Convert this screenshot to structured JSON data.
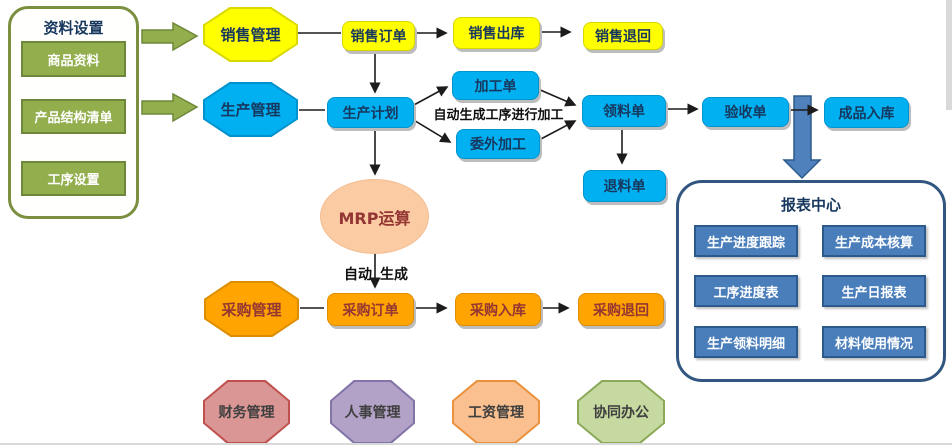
{
  "diagram": {
    "left_panel": {
      "title": "资料设置",
      "items": [
        {
          "label": "商品资料"
        },
        {
          "label": "产品结构清单"
        },
        {
          "label": "工序设置"
        }
      ]
    },
    "modules": {
      "sales": {
        "label": "销售管理"
      },
      "production": {
        "label": "生产管理"
      },
      "purchase": {
        "label": "采购管理"
      },
      "finance": {
        "label": "财务管理"
      },
      "hr": {
        "label": "人事管理"
      },
      "payroll": {
        "label": "工资管理"
      },
      "office": {
        "label": "协同办公"
      }
    },
    "nodes": {
      "sales_order": "销售订单",
      "sales_outbound": "销售出库",
      "sales_return": "销售退回",
      "production_plan": "生产计划",
      "process_order": "加工单",
      "outsourcing": "委外加工",
      "material_requisition": "领料单",
      "inspection": "验收单",
      "finished_goods_in": "成品入库",
      "material_return": "退料单",
      "mrp": "MRP运算",
      "purchase_order": "采购订单",
      "purchase_inbound": "采购入库",
      "purchase_return": "采购退回"
    },
    "annotations": {
      "auto_process": "自动生成工序进行加工",
      "auto_left": "自动",
      "auto_right": "生成"
    },
    "report_center": {
      "title": "报表中心",
      "items": [
        {
          "label": "生产进度跟踪"
        },
        {
          "label": "生产成本核算"
        },
        {
          "label": "工序进度表"
        },
        {
          "label": "生产日报表"
        },
        {
          "label": "生产领料明细"
        },
        {
          "label": "材料使用情况"
        }
      ]
    },
    "colors": {
      "sales_yellow": "#FFFF00",
      "production_cyan": "#00B0F0",
      "purchase_orange": "#FFA400",
      "mrp_peach": "#FBCBA3",
      "setup_olive": "#93AE4C",
      "report_blue": "#4A7EBB",
      "report_border_navy": "#31567F",
      "finance_red": "#D99694",
      "hr_purple": "#B3A2C7",
      "payroll_orange": "#FAC090",
      "office_green": "#C5D9A0",
      "text_navy": "#17375E",
      "text_dark_red": "#943634"
    }
  }
}
